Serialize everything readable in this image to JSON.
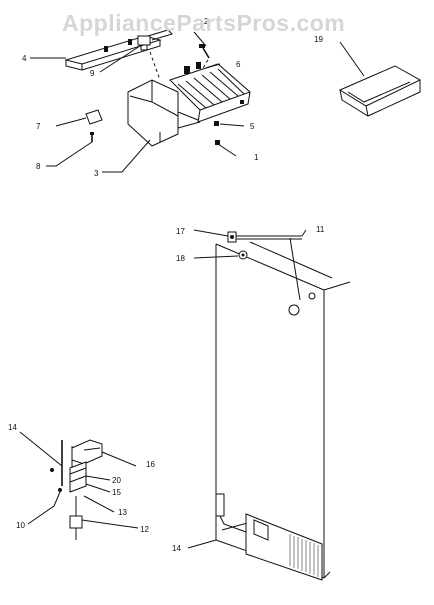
{
  "watermark": "AppliancePartsPros.com",
  "callouts": {
    "c1": "1",
    "c2": "2",
    "c3": "3",
    "c4": "4",
    "c5": "5",
    "c6": "6",
    "c7": "7",
    "c8": "8",
    "c9": "9",
    "c10": "10",
    "c11": "11",
    "c12": "12",
    "c13": "13",
    "c14a": "14",
    "c14b": "14",
    "c15": "15",
    "c16": "16",
    "c17": "17",
    "c18": "18",
    "c19": "19",
    "c20": "20"
  }
}
